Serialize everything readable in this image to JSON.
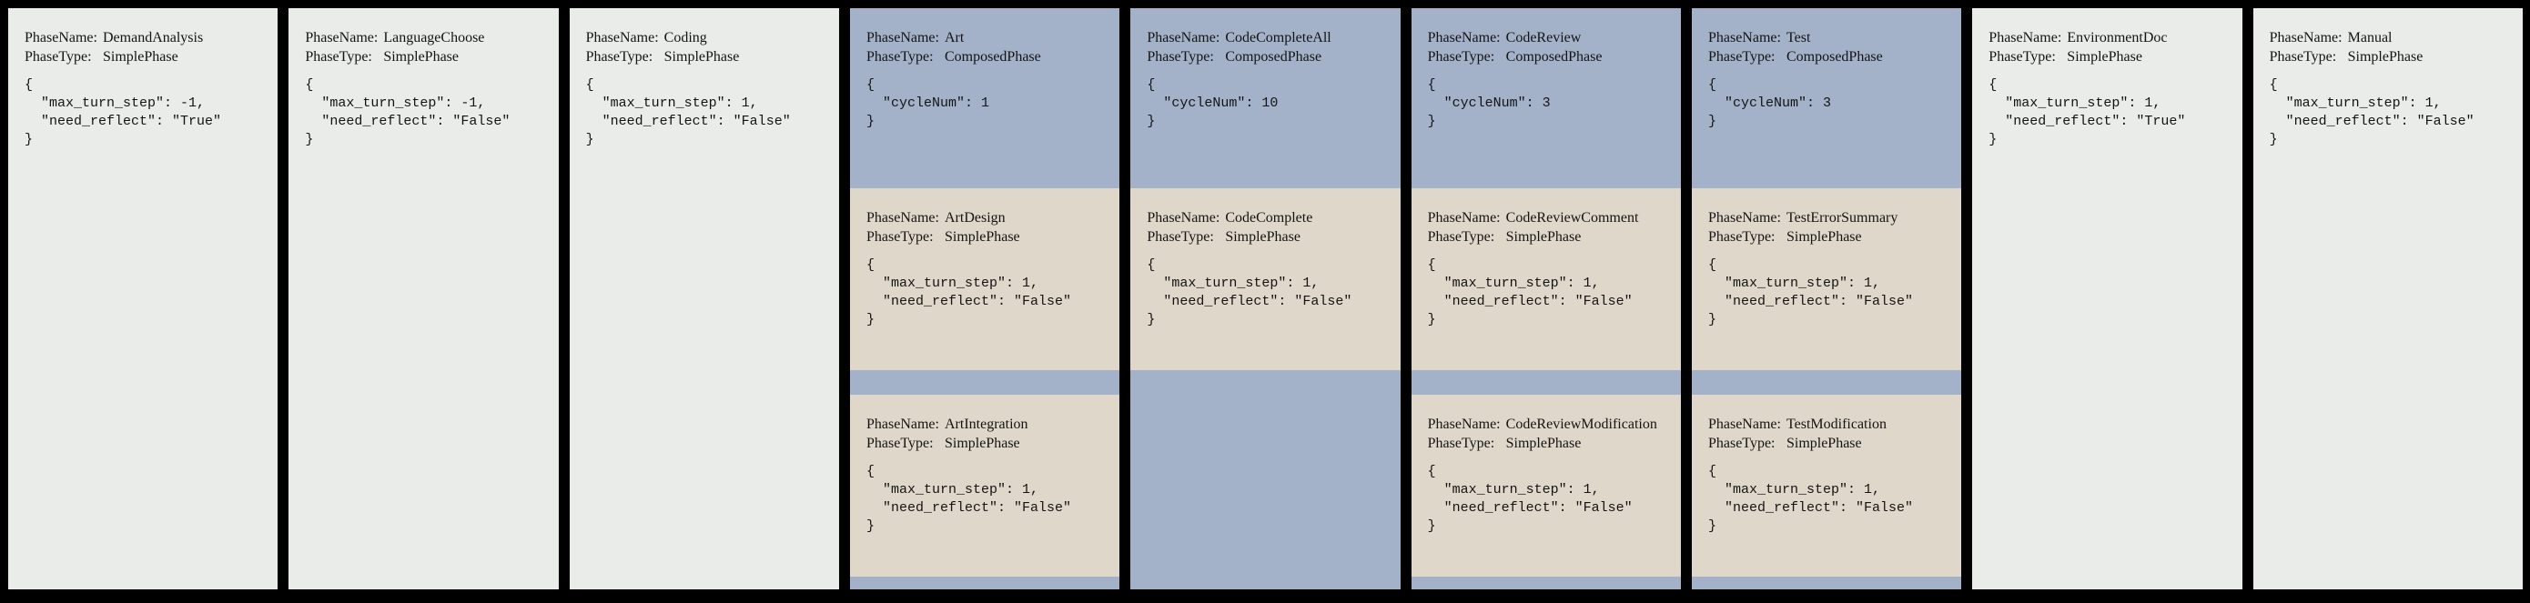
{
  "board": {
    "labels": {
      "phase_name": "PhaseName:",
      "phase_type": "PhaseType:"
    }
  },
  "colors": {
    "background": "#000000",
    "simple_phase_bg": "#e9ece9",
    "composed_phase_bg": "#a3b1c9",
    "subphase_bg": "#dfd7c9",
    "text": "#141414"
  },
  "phases": [
    {
      "name": "DemandAnalysis",
      "type": "SimplePhase",
      "config": "{\n  \"max_turn_step\": -1,\n  \"need_reflect\": \"True\"\n}"
    },
    {
      "name": "LanguageChoose",
      "type": "SimplePhase",
      "config": "{\n  \"max_turn_step\": -1,\n  \"need_reflect\": \"False\"\n}"
    },
    {
      "name": "Coding",
      "type": "SimplePhase",
      "config": "{\n  \"max_turn_step\": 1,\n  \"need_reflect\": \"False\"\n}"
    },
    {
      "name": "Art",
      "type": "ComposedPhase",
      "config": "{\n  \"cycleNum\": 1\n}",
      "subphases": [
        {
          "name": "ArtDesign",
          "type": "SimplePhase",
          "config": "{\n  \"max_turn_step\": 1,\n  \"need_reflect\": \"False\"\n}"
        },
        {
          "name": "ArtIntegration",
          "type": "SimplePhase",
          "config": "{\n  \"max_turn_step\": 1,\n  \"need_reflect\": \"False\"\n}"
        }
      ]
    },
    {
      "name": "CodeCompleteAll",
      "type": "ComposedPhase",
      "config": "{\n  \"cycleNum\": 10\n}",
      "subphases": [
        {
          "name": "CodeComplete",
          "type": "SimplePhase",
          "config": "{\n  \"max_turn_step\": 1,\n  \"need_reflect\": \"False\"\n}"
        }
      ]
    },
    {
      "name": "CodeReview",
      "type": "ComposedPhase",
      "config": "{\n  \"cycleNum\": 3\n}",
      "subphases": [
        {
          "name": "CodeReviewComment",
          "type": "SimplePhase",
          "config": "{\n  \"max_turn_step\": 1,\n  \"need_reflect\": \"False\"\n}"
        },
        {
          "name": "CodeReviewModification",
          "type": "SimplePhase",
          "config": "{\n  \"max_turn_step\": 1,\n  \"need_reflect\": \"False\"\n}"
        }
      ]
    },
    {
      "name": "Test",
      "type": "ComposedPhase",
      "config": "{\n  \"cycleNum\": 3\n}",
      "subphases": [
        {
          "name": "TestErrorSummary",
          "type": "SimplePhase",
          "config": "{\n  \"max_turn_step\": 1,\n  \"need_reflect\": \"False\"\n}"
        },
        {
          "name": "TestModification",
          "type": "SimplePhase",
          "config": "{\n  \"max_turn_step\": 1,\n  \"need_reflect\": \"False\"\n}"
        }
      ]
    },
    {
      "name": "EnvironmentDoc",
      "type": "SimplePhase",
      "config": "{\n  \"max_turn_step\": 1,\n  \"need_reflect\": \"True\"\n}"
    },
    {
      "name": "Manual",
      "type": "SimplePhase",
      "config": "{\n  \"max_turn_step\": 1,\n  \"need_reflect\": \"False\"\n}"
    }
  ]
}
